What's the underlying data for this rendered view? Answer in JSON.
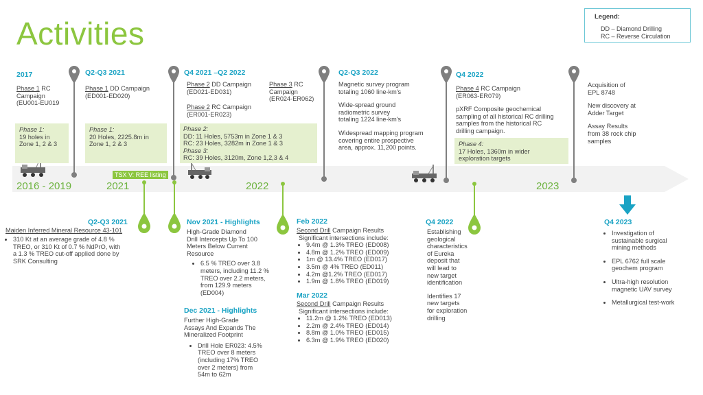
{
  "title": "Activities",
  "legend": {
    "title": "Legend:",
    "items": [
      "DD – Diamond Drilling",
      "RC – Reverse Circulation"
    ]
  },
  "timeline": {
    "years": [
      "2016 - 2019",
      "2021",
      "2022",
      "2023"
    ],
    "tsx_label": "TSX V: REE listing"
  },
  "top": {
    "c2017": {
      "heading": "2017",
      "line1_u": "Phase 1",
      "line1": " RC",
      "line2": "Campaign",
      "line3": "(EU001-EU019",
      "box_title": "Phase 1:",
      "box_lines": [
        "19 holes in",
        "Zone 1, 2 & 3"
      ]
    },
    "c2021": {
      "heading": "Q2-Q3 2021",
      "line1_u": "Phase 1",
      "line1": " DD Campaign",
      "line2": "(ED001-ED020)",
      "box_title": "Phase 1:",
      "box_lines": [
        "20 Holes, 2225.8m in",
        "Zone 1, 2 & 3"
      ]
    },
    "c2022": {
      "heading": "Q4 2021 –Q2 2022",
      "a1_u": "Phase 2",
      "a1": " DD Campaign",
      "a2": "(ED021-ED031)",
      "b1_u": "Phase 2",
      "b1": " RC Campaign",
      "b2": "(ER001-ER023)",
      "c1_u": "Phase 3",
      "c1": " RC",
      "c2": "Campaign",
      "c3": "(ER024-ER062)",
      "box_title": "Phase 2:",
      "box_l1": "DD: 11 Holes, 5753m in Zone 1 & 3",
      "box_l2": "RC: 23 Holes, 3282m in Zone 1 & 3",
      "box_title2": "Phase 3:",
      "box_l3": "RC: 39 Holes, 3120m, Zone 1,2,3 & 4"
    },
    "c2022b": {
      "heading": "Q2-Q3 2022",
      "p1": [
        "Magnetic survey program",
        "totaling 1060 line-km's"
      ],
      "p2": [
        "Wide-spread ground",
        "radiometric survey",
        "totaling 1224 line-km's"
      ],
      "p3": [
        "Widespread mapping program",
        "covering entire prospective",
        "area, approx. 11,200 points."
      ]
    },
    "cq4": {
      "heading": "Q4 2022",
      "l1_u": "Phase 4",
      "l1": " RC Campaign",
      "l2": "(ER063-ER079)",
      "p": [
        "pXRF Composite geochemical",
        "sampling of all historical RC drilling",
        "samples from the historical RC",
        "drilling campaign."
      ],
      "box_title": "Phase 4:",
      "box_lines": [
        "17 Holes, 1360m in wider",
        "exploration targets"
      ]
    },
    "c2023": {
      "p1": [
        "Acquisition of",
        "EPL 8748"
      ],
      "p2": [
        "New discovery at",
        "Adder Target"
      ],
      "p3": [
        "Assay Results",
        "from 38 rock chip",
        "samples"
      ]
    }
  },
  "bottom": {
    "q23": {
      "heading": "Q2-Q3 2021",
      "sub": "Maiden Inferred Mineral Resource 43-101",
      "bullet": [
        "310 Kt at an average grade of 4.8 %",
        "TREO, or 310 Kt of 0.7 % NdPrO, with",
        "a 1.3 % TREO cut-off applied done by",
        "SRK Consulting"
      ]
    },
    "nov": {
      "heading": "Nov 2021 - Highlights",
      "p": [
        "High-Grade Diamond",
        "Drill Intercepts Up To 100",
        "Meters Below Current",
        "Resource"
      ],
      "bullet": [
        "6.5 % TREO over 3.8",
        "meters, including 11.2 %",
        "TREO over 2.2 meters,",
        "from 129.9 meters",
        "(ED004)"
      ]
    },
    "dec": {
      "heading": "Dec 2021 - Highlights",
      "p": [
        "Further High-Grade",
        "Assays And Expands The",
        "Mineralized Footprint"
      ],
      "bullet": [
        "Drill Hole ER023: 4.5%",
        "TREO over 8 meters",
        "(including 17% TREO",
        "over 2 meters) from",
        "54m to 62m"
      ]
    },
    "feb": {
      "heading": "Feb 2022",
      "sub_u": "Second Drill",
      "sub": " Campaign Results",
      "intro": "Significant intersections include:",
      "items": [
        "9.4m @ 1.3% TREO (ED008)",
        "4.8m @ 1.2% TREO (ED009)",
        "1m @ 13.4% TREO (ED017)",
        "3.5m @ 4% TREO (ED011)",
        "4.2m @1.2% TREO (ED017)",
        "1.9m @ 1.8% TREO (ED019)"
      ]
    },
    "mar": {
      "heading": "Mar 2022",
      "sub_u": "Second Drill",
      "sub": " Campaign Results",
      "intro": "Significant intersections include:",
      "items": [
        "11.2m @ 1.2% TREO (ED013)",
        "2.2m @ 2.4% TREO (ED014)",
        "8.8m @ 1.0% TREO (ED015)",
        "6.3m @ 1.9% TREO (ED020)"
      ]
    },
    "q4": {
      "heading": "Q4 2022",
      "p1": [
        "Establishing",
        "geological",
        "characteristics",
        "of Eureka",
        "deposit that",
        "will lead to",
        "new target",
        "identification"
      ],
      "p2": [
        "Identifies 17",
        "new targets",
        "for exploration",
        "drilling"
      ]
    },
    "q423": {
      "heading": "Q4 2023",
      "bullets": [
        [
          "Investigation of",
          "sustainable surgical",
          "mining methods"
        ],
        [
          "EPL 6762 full scale",
          "geochem program"
        ],
        [
          "Ultra-high resolution",
          "magnetic UAV survey"
        ],
        [
          "Metallurgical test-work"
        ]
      ]
    }
  },
  "colors": {
    "green": "#8cc63f",
    "blue": "#1aa3c4",
    "grey_pin": "#7f7f7f",
    "arrow": "#f2f2f2",
    "box": "#e5f0cf"
  },
  "icons": [
    "drill-rig-icon",
    "map-pin-icon",
    "drop-pin-icon",
    "down-arrow-icon"
  ]
}
